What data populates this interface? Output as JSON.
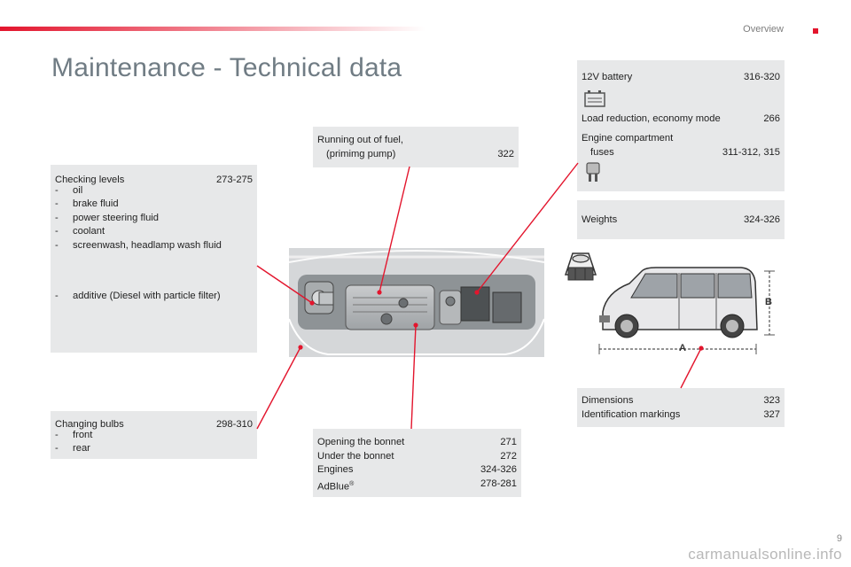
{
  "header": {
    "section": "Overview"
  },
  "page_title": "Maintenance - Technical data",
  "boxes": {
    "checking": {
      "label": "Checking levels",
      "pages": "273-275",
      "items": [
        "oil",
        "brake fluid",
        "power steering fluid",
        "coolant",
        "screenwash, headlamp wash fluid"
      ],
      "extra": "additive (Diesel with particle filter)"
    },
    "bulbs": {
      "label": "Changing bulbs",
      "pages": "298-310",
      "items": [
        "front",
        "rear"
      ]
    },
    "fuel": {
      "line1": "Running out of fuel,",
      "line2": "(primimg pump)",
      "pages": "322"
    },
    "bonnet": {
      "rows": [
        {
          "label": "Opening the bonnet",
          "pages": "271"
        },
        {
          "label": "Under the bonnet",
          "pages": "272"
        },
        {
          "label": "Engines",
          "pages": "324-326"
        },
        {
          "label": "AdBlue",
          "sup": "®",
          "pages": "278-281"
        }
      ]
    },
    "battery": {
      "label": "12V battery",
      "pages": "316-320"
    },
    "load": {
      "label": "Load reduction, economy mode",
      "pages": "266"
    },
    "fuses": {
      "line1": "Engine compartment",
      "line2": "fuses",
      "pages": "311-312, 315"
    },
    "weights": {
      "label": "Weights",
      "pages": "324-326"
    },
    "dimensions": {
      "rows": [
        {
          "label": "Dimensions",
          "pages": "323"
        },
        {
          "label": "Identification markings",
          "pages": "327"
        }
      ]
    }
  },
  "diagram_labels": {
    "length": "A",
    "height": "B"
  },
  "dash": "-",
  "footer": {
    "page_number": "9",
    "watermark": "carmanualsonline.info"
  },
  "colors": {
    "accent": "#e3152d",
    "panel": "#e7e8e9",
    "title": "#707c84"
  }
}
